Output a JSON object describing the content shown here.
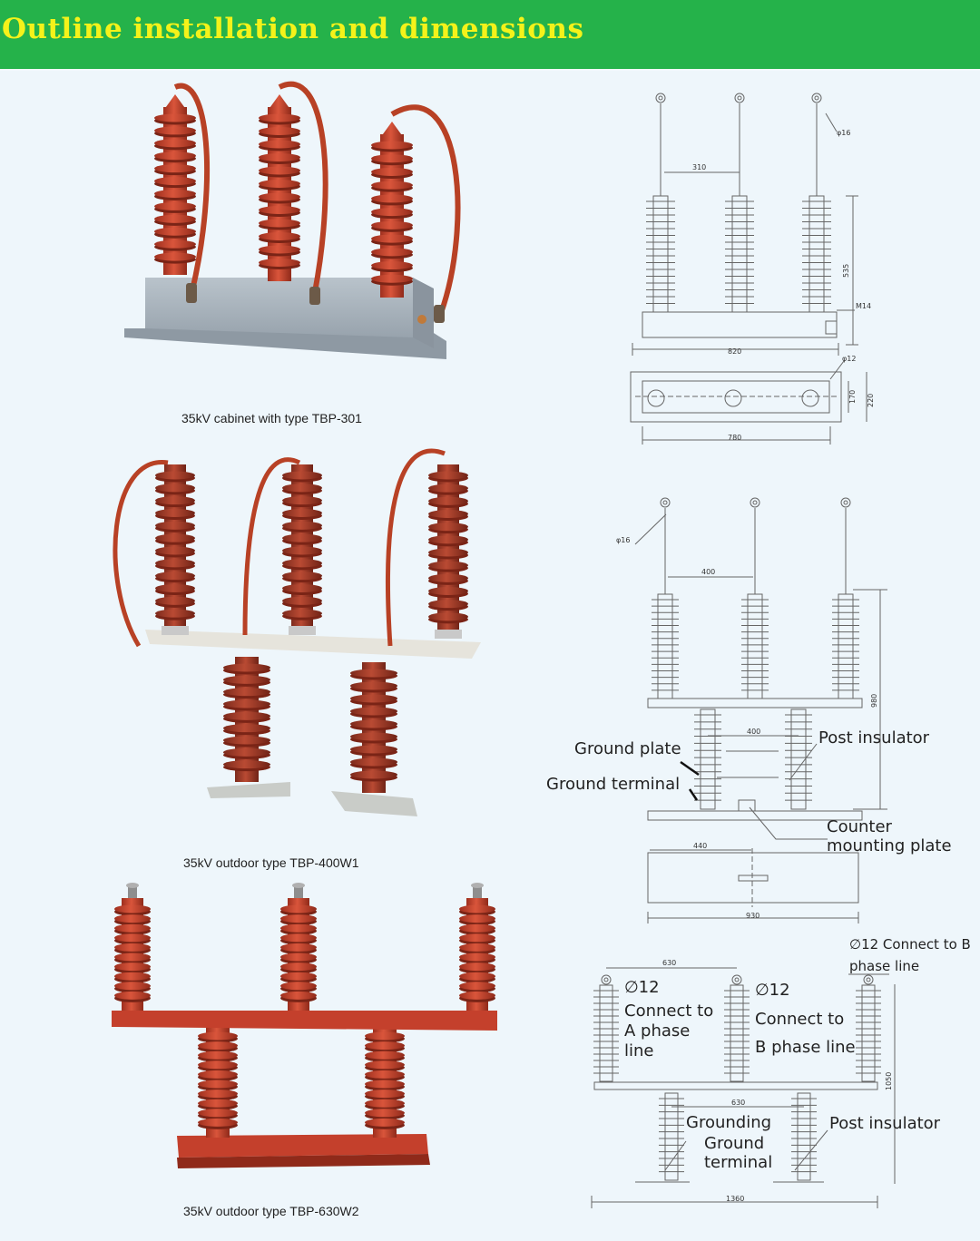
{
  "header": {
    "title": "Outline installation and dimensions"
  },
  "colors": {
    "header_bg": "#25b24a",
    "header_text": "#f4f21a",
    "insulator": "#c8442e",
    "base_grey": "#a9b3bb",
    "drawing_line": "#666666"
  },
  "captions": {
    "tbp301": "35kV cabinet with type TBP-301",
    "tbp400w1": "35kV outdoor type TBP-400W1",
    "tbp630w2": "35kV outdoor type TBP-630W2"
  },
  "drawing1": {
    "d_phi16": "φ16",
    "d_310": "310",
    "d_535": "535",
    "d_m14": "M14",
    "d_820": "820",
    "d_phi12": "φ12",
    "d_170": "170",
    "d_220": "220",
    "d_780": "780"
  },
  "drawing2": {
    "d_phi16": "φ16",
    "d_400a": "400",
    "d_400b": "400",
    "d_980": "980",
    "d_440": "440",
    "d_930": "930",
    "ground_plate": "Ground plate",
    "ground_terminal": "Ground terminal",
    "post_insulator": "Post insulator",
    "counter_line1": "Counter",
    "counter_line2": "mounting plate"
  },
  "drawing3": {
    "d_630a": "630",
    "d_630b": "630",
    "d_1050": "1050",
    "d_1360": "1360",
    "b_top_line1": "∅12 Connect to B",
    "b_top_line2": "phase line",
    "a_phi": "∅12",
    "a_line1": "Connect to",
    "a_line2": "A phase",
    "a_line3": "line",
    "b_phi": "∅12",
    "b_line1": "Connect to",
    "b_line2": "B phase line",
    "grounding": "Grounding",
    "ground_line1": "Ground",
    "ground_line2": "terminal",
    "post_insulator": "Post insulator"
  }
}
